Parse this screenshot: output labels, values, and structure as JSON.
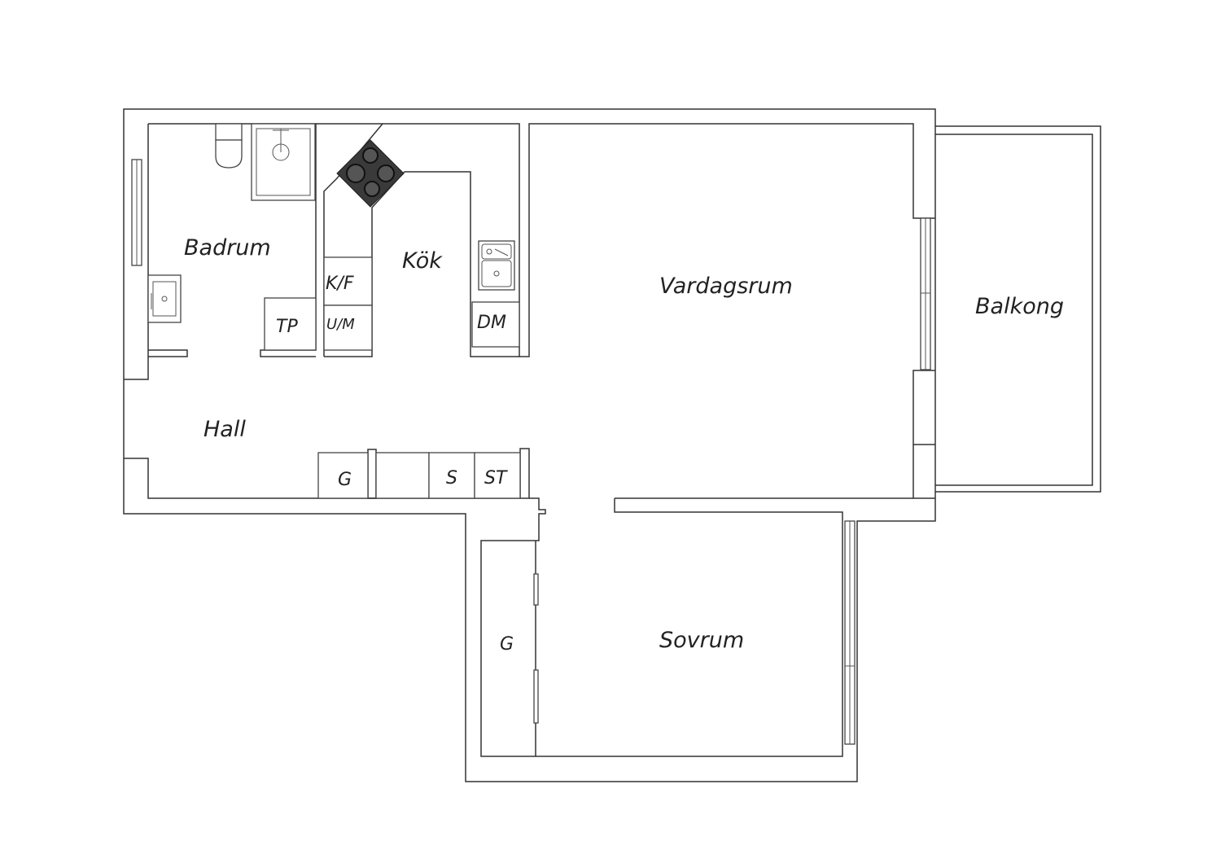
{
  "rooms": {
    "badrum": "Badrum",
    "kok": "Kök",
    "vardagsrum": "Vardagsrum",
    "balkong": "Balkong",
    "hall": "Hall",
    "sovrum": "Sovrum"
  },
  "fixtures": {
    "kf": "K/F",
    "um": "U/M",
    "tp": "TP",
    "dm": "DM",
    "hall_closet": "G",
    "s": "S",
    "st": "ST",
    "bedroom_closet": "G"
  },
  "colors": {
    "wall": "#333333",
    "stove": "#3a3a3a"
  }
}
